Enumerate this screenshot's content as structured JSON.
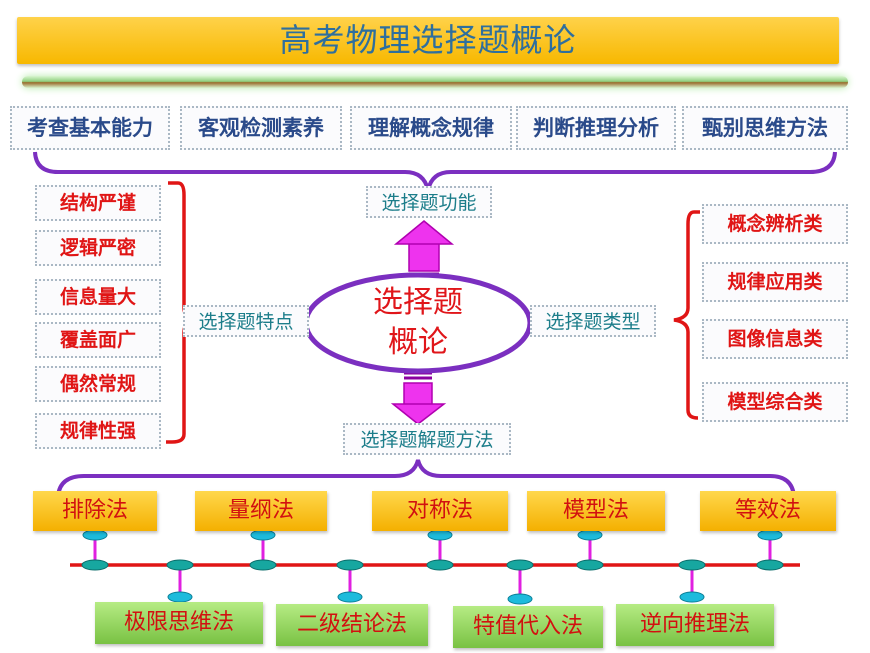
{
  "title": "高考物理选择题概论",
  "abilities": [
    "考查基本能力",
    "客观检测素养",
    "理解概念规律",
    "判断推理分析",
    "甄别思维方法"
  ],
  "center": {
    "line1": "选择题",
    "line2": "概论"
  },
  "function_label": "选择题功能",
  "features_label": "选择题特点",
  "types_label": "选择题类型",
  "methods_label": "选择题解题方法",
  "features": [
    "结构严谨",
    "逻辑严密",
    "信息量大",
    "覆盖面广",
    "偶然常规",
    "规律性强"
  ],
  "types": [
    "概念辨析类",
    "规律应用类",
    "图像信息类",
    "模型综合类"
  ],
  "methods_top": [
    "排除法",
    "量纲法",
    "对称法",
    "模型法",
    "等效法"
  ],
  "methods_bottom": [
    "极限思维法",
    "二级结论法",
    "特值代入法",
    "逆向推理法"
  ],
  "colors": {
    "title_bg": "#f7b800",
    "title_text": "#2e6f9e",
    "red": "#e01515",
    "purple": "#7b2fc0",
    "magenta": "#e020e0",
    "teal": "#1c7d8a",
    "green_box": "#79c243"
  }
}
